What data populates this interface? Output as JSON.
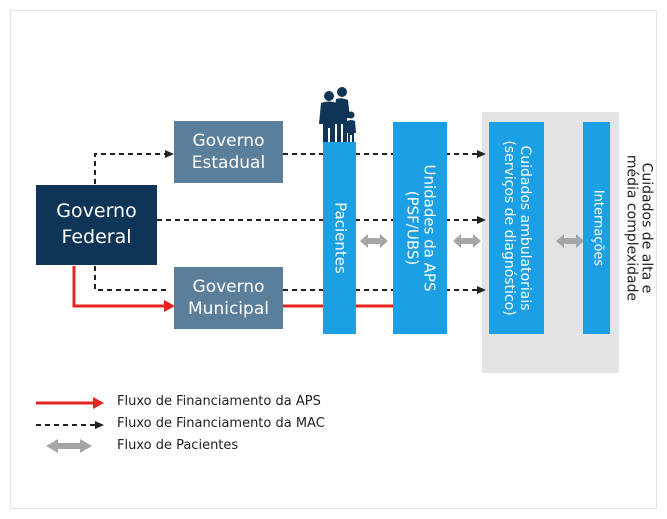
{
  "nodes": {
    "federal": {
      "line1": "Governo",
      "line2": "Federal"
    },
    "estadual": {
      "line1": "Governo",
      "line2": "Estadual"
    },
    "municipal": {
      "line1": "Governo",
      "line2": "Municipal"
    },
    "pacientes": "Pacientes",
    "aps": {
      "line1": "Unidades da APS",
      "line2": "(PSF/UBS)"
    },
    "ambulatoriais": {
      "line1": "Cuidados ambulatoriais",
      "line2": "(serviços de diagnóstico)"
    },
    "internacoes": "Internações",
    "mac_label": {
      "line1": "Cuidados de alta e",
      "line2": "média complexidade"
    }
  },
  "legend": {
    "aps_funding": "Fluxo de Financiamento da APS",
    "mac_funding": "Fluxo de Financiamento da MAC",
    "patient_flow": "Fluxo de Pacientes"
  },
  "colors": {
    "federal": "#0e3558",
    "state_municipal": "#5b7e9b",
    "blue": "#1ba0e6",
    "gray_panel": "#e4e4e4",
    "aps_arrow": "#e52420",
    "mac_arrow": "#222222",
    "patient_arrow": "#a6a6a6"
  },
  "icons": [
    "family-icon"
  ]
}
